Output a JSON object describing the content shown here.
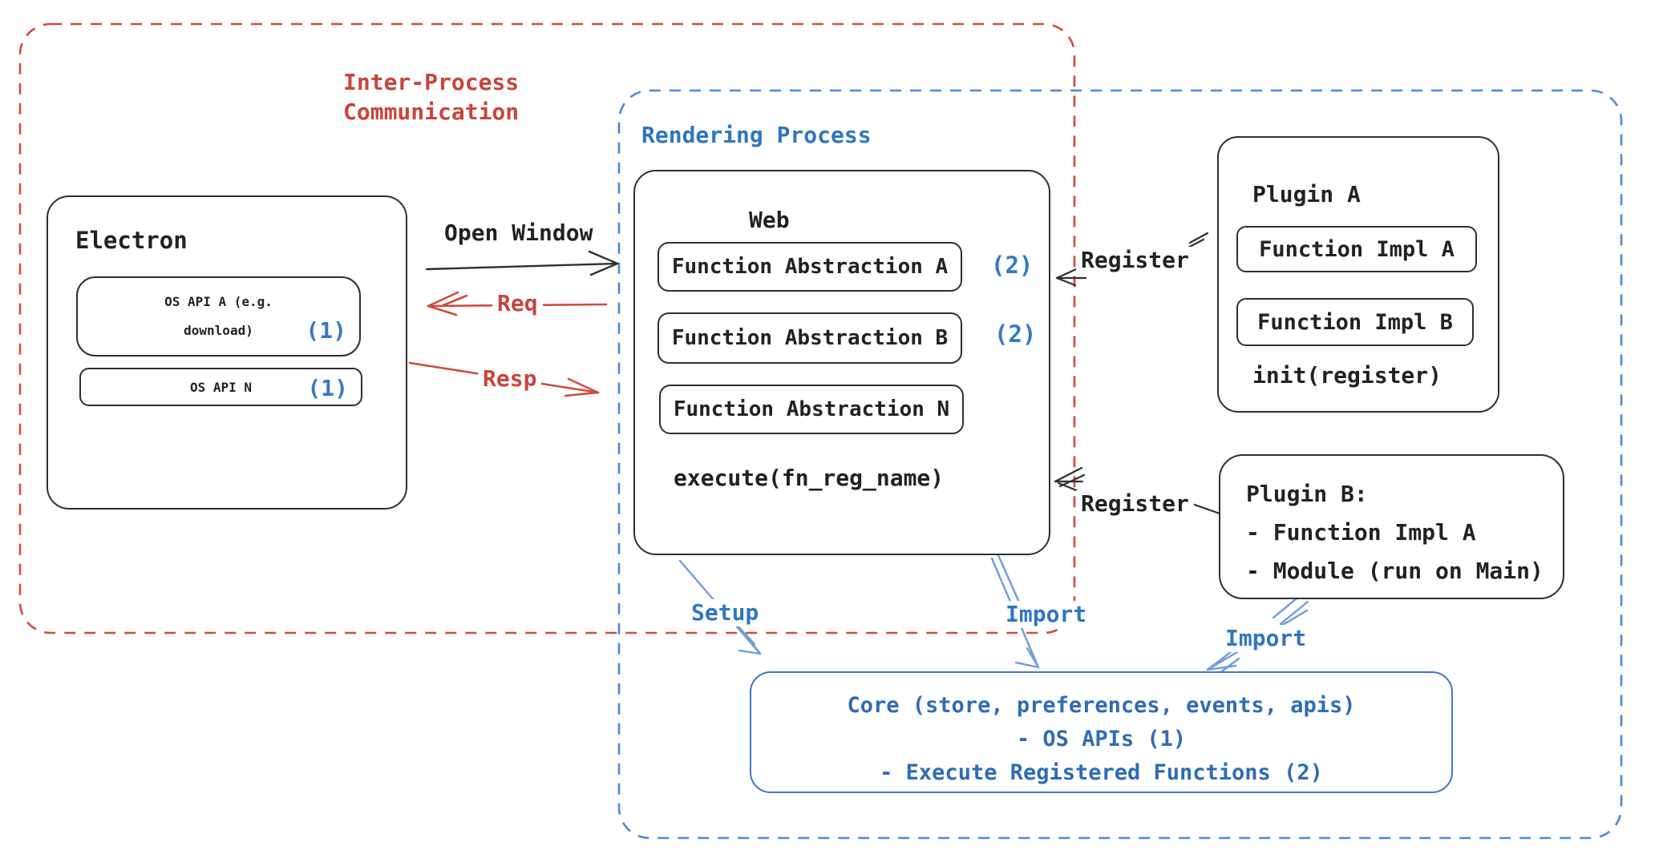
{
  "colors": {
    "red_text": "#c9453a",
    "red_dash": "#d14b40",
    "blue_text": "#2e76c1",
    "blue_badge": "#3478c6",
    "blue_dash": "#4a8ad2",
    "light_blue_arrow": "#6f9cd8",
    "core_border": "#3c79c2",
    "black": "#222222"
  },
  "containers": {
    "ipc": {
      "line1": "Inter-Process",
      "line2": "Communication"
    },
    "rendering": {
      "title": "Rendering Process"
    }
  },
  "electron": {
    "title": "Electron",
    "os_api_a": {
      "line1": "OS API A (e.g.",
      "line2": "download)",
      "badge": "(1)"
    },
    "os_api_n": {
      "label": "OS API N",
      "badge": "(1)"
    }
  },
  "web": {
    "title": "Web",
    "abstraction_a": {
      "label": "Function Abstraction A",
      "badge": "(2)"
    },
    "abstraction_b": {
      "label": "Function Abstraction B",
      "badge": "(2)"
    },
    "abstraction_n": {
      "label": "Function Abstraction N"
    },
    "execute": "execute(fn_reg_name)"
  },
  "plugin_a": {
    "title": "Plugin A",
    "impl_a": "Function Impl A",
    "impl_b": "Function Impl B",
    "init": "init(register)"
  },
  "plugin_b": {
    "title": "Plugin B:",
    "item1": "- Function Impl A",
    "item2": "- Module (run on Main)"
  },
  "core": {
    "line1": "Core (store, preferences, events, apis)",
    "line2": "- OS APIs (1)",
    "line3": "- Execute Registered Functions (2)"
  },
  "arrows": {
    "open_window": "Open Window",
    "req": "Req",
    "resp": "Resp",
    "register_plugin_a": "Register",
    "register_plugin_b": "Register",
    "setup": "Setup",
    "import_web": "Import",
    "import_plugin_b": "Import"
  }
}
